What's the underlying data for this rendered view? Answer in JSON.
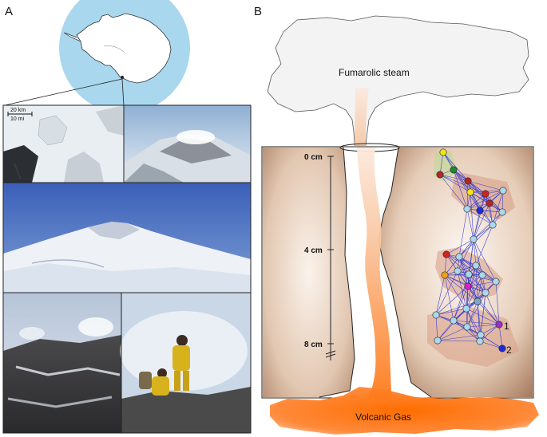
{
  "panel_a": {
    "letter": "A",
    "scalebar": {
      "km": "20 km",
      "mi": "10 mi"
    }
  },
  "panel_b": {
    "letter": "B",
    "steam_label": "Fumarolic steam",
    "gas_label": "Volcanic Gas",
    "depth_ticks": [
      "0 cm",
      "4 cm",
      "8 cm"
    ],
    "node_labels": [
      "1",
      "2"
    ]
  },
  "colors": {
    "ocean": "#a9d7ee",
    "steam_fill": "#f3f3f3",
    "rock_brown": "#b98c6c",
    "gas_orange": "#ff7b1f",
    "network_edge": "#1e2ad6",
    "node_default": "#a9d8ef"
  }
}
